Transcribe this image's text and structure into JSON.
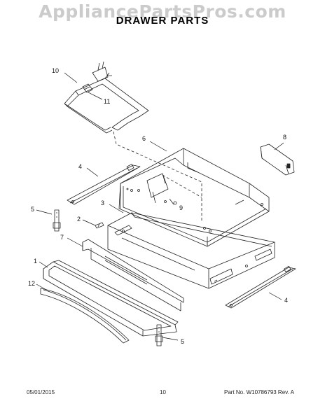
{
  "watermark": "AppliancePartsPros.com",
  "title": "DRAWER  PARTS",
  "callouts": [
    {
      "id": "10",
      "label": "10"
    },
    {
      "id": "11",
      "label": "11"
    },
    {
      "id": "8",
      "label": "8"
    },
    {
      "id": "6",
      "label": "6"
    },
    {
      "id": "4a",
      "label": "4"
    },
    {
      "id": "3",
      "label": "3"
    },
    {
      "id": "9",
      "label": "9"
    },
    {
      "id": "5a",
      "label": "5"
    },
    {
      "id": "2",
      "label": "2"
    },
    {
      "id": "7",
      "label": "7"
    },
    {
      "id": "1",
      "label": "1"
    },
    {
      "id": "12",
      "label": "12"
    },
    {
      "id": "4b",
      "label": "4"
    },
    {
      "id": "5b",
      "label": "5"
    }
  ],
  "footer": {
    "date": "05/01/2015",
    "page": "10",
    "part_number": "Part No. W10786793  Rev. A"
  }
}
